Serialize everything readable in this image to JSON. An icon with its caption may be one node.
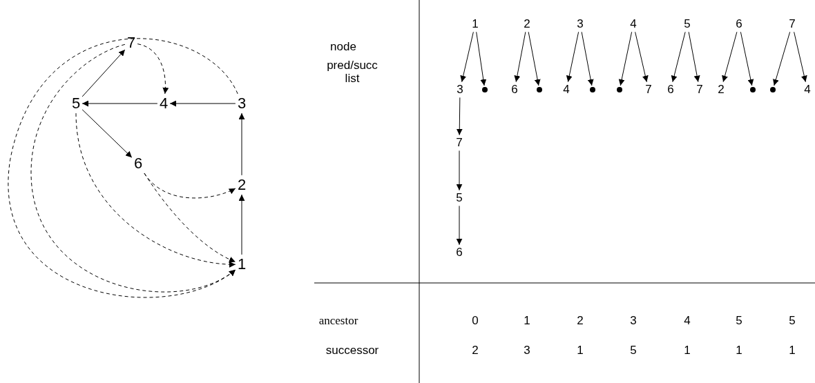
{
  "diagram": {
    "nodes": [
      {
        "text": [
          "1"
        ]
      },
      {
        "text": [
          "2"
        ]
      },
      {
        "text": [
          "3"
        ]
      },
      {
        "text": [
          "4"
        ]
      },
      {
        "text": [
          "5"
        ]
      },
      {
        "text": [
          "6"
        ]
      },
      {
        "text": [
          "7"
        ]
      },
      {
        "text": [
          "1"
        ]
      },
      {
        "text": [
          "2"
        ]
      },
      {
        "text": [
          "3"
        ]
      },
      {
        "text": [
          "4"
        ]
      },
      {
        "text": [
          "5"
        ]
      },
      {
        "text": [
          "6"
        ]
      },
      {
        "text": [
          "7"
        ]
      },
      {
        "text": [
          "3"
        ]
      },
      {
        "text": [],
        "shape": "circle"
      },
      {
        "text": [
          "6"
        ]
      },
      {
        "text": [],
        "shape": "circle"
      },
      {
        "text": [
          "4"
        ]
      },
      {
        "text": [],
        "shape": "circle"
      },
      {
        "text": [],
        "shape": "circle"
      },
      {
        "text": [
          "7"
        ]
      },
      {
        "text": [
          "6"
        ]
      },
      {
        "text": [
          "7"
        ]
      },
      {
        "text": [
          "2"
        ]
      },
      {
        "text": [],
        "shape": "circle"
      },
      {
        "text": [],
        "shape": "circle"
      },
      {
        "text": [
          "4"
        ]
      },
      {
        "text": [
          "7"
        ]
      },
      {
        "text": [
          "5"
        ]
      },
      {
        "text": [
          "6"
        ]
      }
    ],
    "edges": [
      {
        "from": 0,
        "to": 1,
        "arrow": "to"
      },
      {
        "from": 1,
        "to": 2,
        "arrow": "to"
      },
      {
        "from": 2,
        "to": 3,
        "arrow": "to"
      },
      {
        "from": 3,
        "to": 4,
        "arrow": "to"
      },
      {
        "from": 4,
        "to": 6,
        "arrow": "to"
      },
      {
        "from": 4,
        "to": 5,
        "arrow": "to"
      },
      {
        "from": 6,
        "to": 3,
        "arrow": "to",
        "style": "dashed"
      },
      {
        "from": 2,
        "to": 0,
        "arrow": "to",
        "style": "dashed"
      },
      {
        "from": 6,
        "to": 0,
        "arrow": "to",
        "style": "dashed"
      },
      {
        "from": 4,
        "to": 0,
        "arrow": "to",
        "style": "dashed"
      },
      {
        "from": 5,
        "to": 0,
        "arrow": "to",
        "style": "dashed"
      },
      {
        "from": 5,
        "to": 1,
        "arrow": "to",
        "style": "dashed"
      },
      {
        "from": 7,
        "to": 14,
        "arrow": "to"
      },
      {
        "from": 7,
        "to": 15,
        "arrow": "to"
      },
      {
        "from": 8,
        "to": 16,
        "arrow": "to"
      },
      {
        "from": 8,
        "to": 17,
        "arrow": "to"
      },
      {
        "from": 9,
        "to": 18,
        "arrow": "to"
      },
      {
        "from": 9,
        "to": 19,
        "arrow": "to"
      },
      {
        "from": 10,
        "to": 20,
        "arrow": "to"
      },
      {
        "from": 10,
        "to": 21,
        "arrow": "to"
      },
      {
        "from": 11,
        "to": 22,
        "arrow": "to"
      },
      {
        "from": 11,
        "to": 23,
        "arrow": "to"
      },
      {
        "from": 12,
        "to": 24,
        "arrow": "to"
      },
      {
        "from": 12,
        "to": 25,
        "arrow": "to"
      },
      {
        "from": 13,
        "to": 26,
        "arrow": "to"
      },
      {
        "from": 13,
        "to": 27,
        "arrow": "to"
      },
      {
        "from": 14,
        "to": 28,
        "arrow": "to"
      },
      {
        "from": 28,
        "to": 29,
        "arrow": "to"
      },
      {
        "from": 29,
        "to": 30,
        "arrow": "to"
      }
    ],
    "labels": [
      "node",
      "pred/succ list",
      "ancestor",
      "0",
      "1",
      "2",
      "3",
      "4",
      "5",
      "5",
      "successor",
      "2",
      "3",
      "1",
      "5",
      "1",
      "1",
      "1"
    ]
  }
}
